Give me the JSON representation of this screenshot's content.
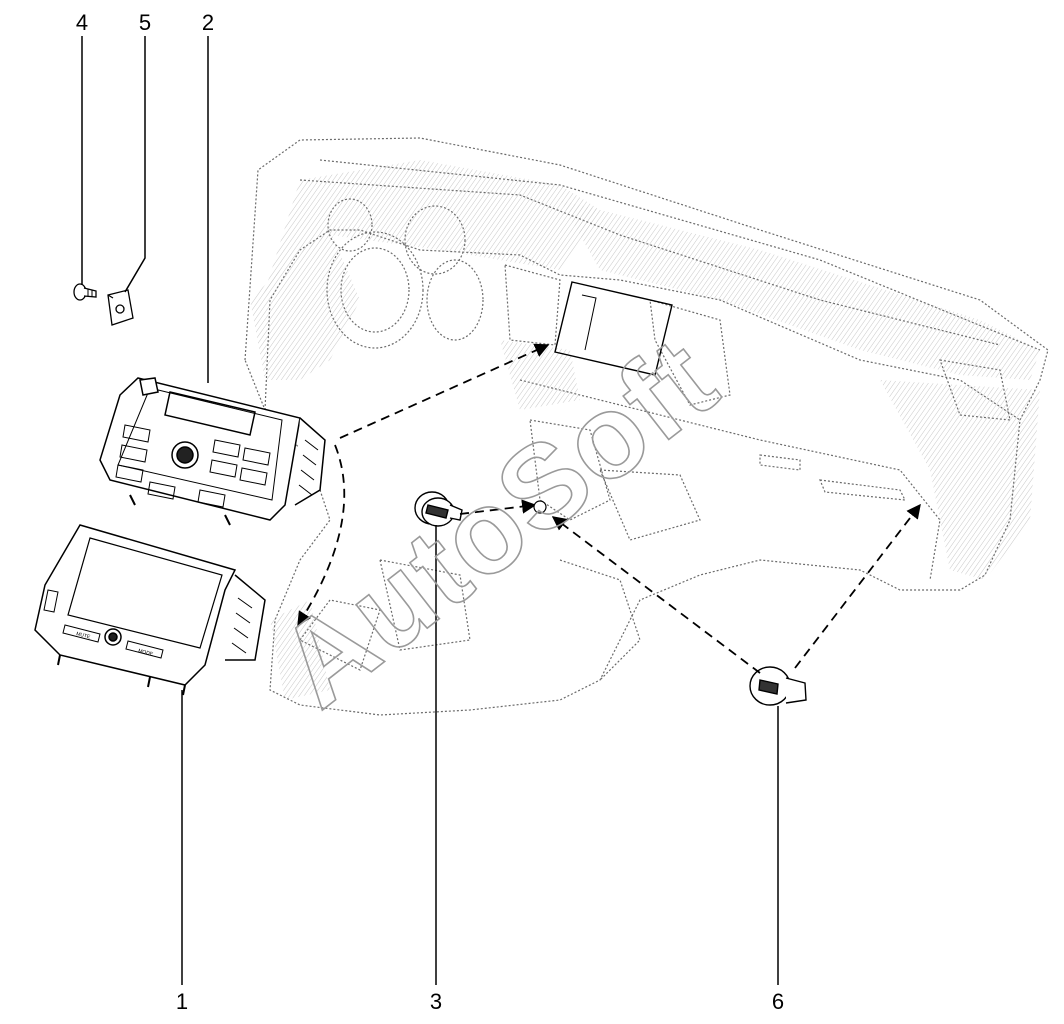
{
  "callouts": [
    {
      "id": "1",
      "label": "1"
    },
    {
      "id": "2",
      "label": "2"
    },
    {
      "id": "3",
      "label": "3"
    },
    {
      "id": "4",
      "label": "4"
    },
    {
      "id": "5",
      "label": "5"
    },
    {
      "id": "6",
      "label": "6"
    }
  ],
  "watermark": {
    "text": "AutoSoft"
  },
  "head_unit_buttons": {
    "mute": "MUTE",
    "mode": "MODE"
  },
  "colors": {
    "line": "#000000",
    "dash_line": "#555555",
    "watermark": "#9a9a9a"
  }
}
